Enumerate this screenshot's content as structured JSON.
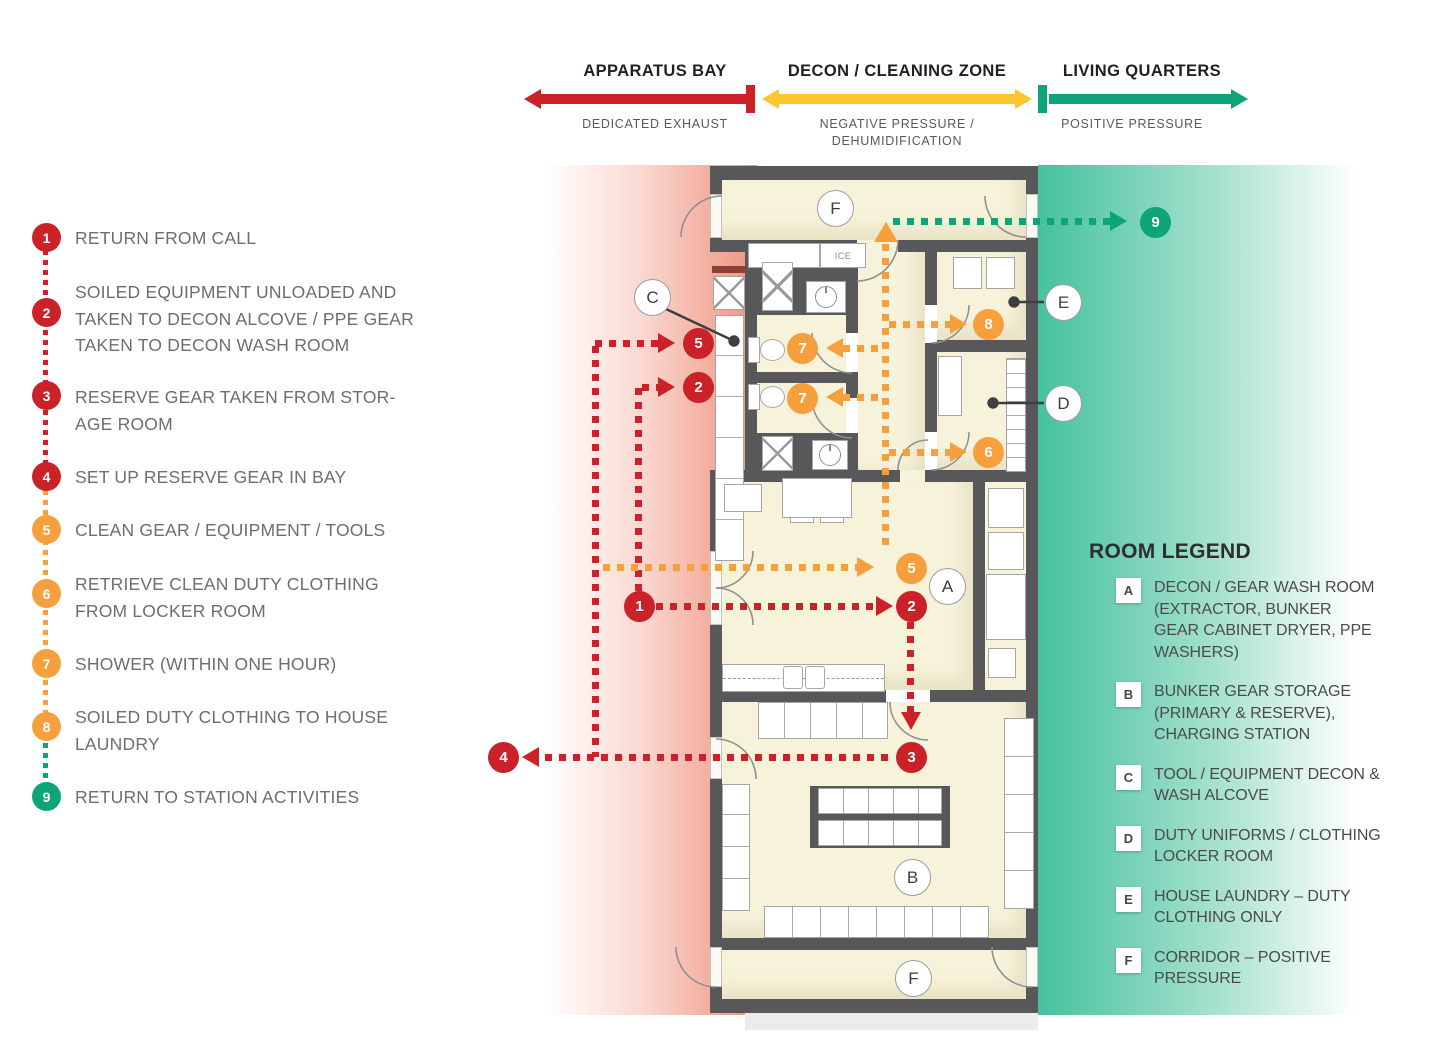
{
  "header": {
    "zones": [
      {
        "label": "APPARATUS BAY",
        "sublabel": "DEDICATED EXHAUST",
        "color": "#cb2128"
      },
      {
        "label": "DECON / CLEANING ZONE",
        "sublabel_lines": [
          "NEGATIVE PRESSURE /",
          "DEHUMIDIFICATION"
        ],
        "color": "#fcc62f"
      },
      {
        "label": "LIVING QUARTERS",
        "sublabel": "POSITIVE PRESSURE",
        "color": "#0ca478"
      }
    ]
  },
  "workflow_legend": {
    "steps": [
      {
        "num": "1",
        "color": "red",
        "lines": [
          "RETURN FROM CALL"
        ]
      },
      {
        "num": "2",
        "color": "red",
        "lines": [
          "SOILED EQUIPMENT UNLOADED AND",
          "TAKEN TO DECON ALCOVE / PPE GEAR",
          "TAKEN TO DECON WASH ROOM"
        ]
      },
      {
        "num": "3",
        "color": "red",
        "lines": [
          "RESERVE GEAR TAKEN FROM STOR-",
          "AGE ROOM"
        ]
      },
      {
        "num": "4",
        "color": "red",
        "lines": [
          "SET UP RESERVE GEAR IN BAY"
        ]
      },
      {
        "num": "5",
        "color": "orange",
        "lines": [
          "CLEAN GEAR / EQUIPMENT / TOOLS"
        ]
      },
      {
        "num": "6",
        "color": "orange",
        "lines": [
          "RETRIEVE CLEAN DUTY CLOTHING",
          "FROM LOCKER ROOM"
        ]
      },
      {
        "num": "7",
        "color": "orange",
        "lines": [
          "SHOWER (WITHIN ONE HOUR)"
        ]
      },
      {
        "num": "8",
        "color": "orange",
        "lines": [
          "SOILED DUTY CLOTHING TO HOUSE",
          "LAUNDRY"
        ]
      },
      {
        "num": "9",
        "color": "green",
        "lines": [
          "RETURN TO STATION ACTIVITIES"
        ]
      }
    ]
  },
  "plan": {
    "room_labels": {
      "corridor_top": "F",
      "decon": "A",
      "storage": "B",
      "corridor_bottom": "F"
    },
    "callout_labels": {
      "c": "C",
      "e": "E",
      "d": "D"
    },
    "ice_label": "ICE",
    "badges": {
      "bay5": "5",
      "bay2": "2",
      "bay1": "1",
      "decon2": "2",
      "storage3": "3",
      "bay4": "4",
      "shower7a": "7",
      "shower7b": "7",
      "laundry8": "8",
      "locker6": "6",
      "decon5": "5",
      "living9": "9"
    }
  },
  "room_legend": {
    "title": "ROOM LEGEND",
    "entries": [
      {
        "key": "A",
        "lines": [
          "DECON / GEAR WASH ROOM",
          "(EXTRACTOR, BUNKER",
          "GEAR CABINET DRYER, PPE",
          "WASHERS)"
        ]
      },
      {
        "key": "B",
        "lines": [
          "BUNKER GEAR STORAGE",
          "(PRIMARY & RESERVE),",
          "CHARGING STATION"
        ]
      },
      {
        "key": "C",
        "lines": [
          "TOOL / EQUIPMENT DECON &",
          "WASH ALCOVE"
        ]
      },
      {
        "key": "D",
        "lines": [
          "DUTY UNIFORMS / CLOTHING",
          "LOCKER ROOM"
        ]
      },
      {
        "key": "E",
        "lines": [
          "HOUSE LAUNDRY – DUTY",
          "CLOTHING ONLY"
        ]
      },
      {
        "key": "F",
        "lines": [
          "CORRIDOR – POSITIVE",
          "PRESSURE"
        ]
      }
    ]
  },
  "colors": {
    "red": "#cb2128",
    "orange": "#f5a03c",
    "green": "#0ca478",
    "yellow": "#fcc62f",
    "wall": "#58585b",
    "floor": "#f7f3da",
    "apparatus_salmon": "#ef927e",
    "living_teal": "#45c29e"
  }
}
